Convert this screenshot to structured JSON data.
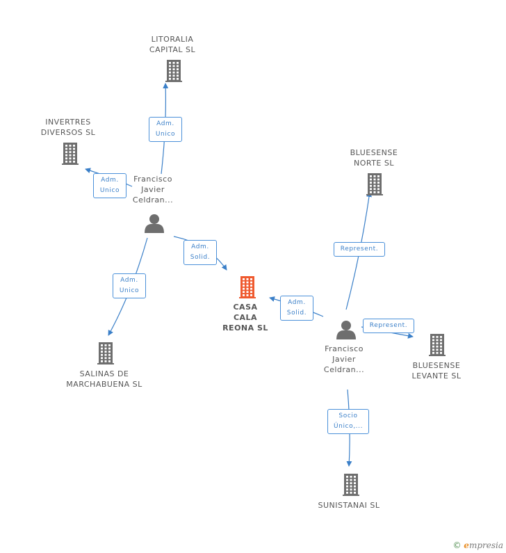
{
  "nodes": {
    "litoralia": {
      "label": "LITORALIA\nCAPITAL SL",
      "type": "company"
    },
    "invertres": {
      "label": "INVERTRES\nDIVERSOS SL",
      "type": "company"
    },
    "francisco1": {
      "label": "Francisco\nJavier\nCeldran...",
      "type": "person"
    },
    "casa_cala": {
      "label": "CASA\nCALA\nREONA SL",
      "type": "company",
      "focus": true
    },
    "salinas": {
      "label": "SALINAS DE\nMARCHABUENA SL",
      "type": "company"
    },
    "bluesense_norte": {
      "label": "BLUESENSE\nNORTE SL",
      "type": "company"
    },
    "francisco2": {
      "label": "Francisco\nJavier\nCeldran...",
      "type": "person"
    },
    "bluesense_levante": {
      "label": "BLUESENSE\nLEVANTE SL",
      "type": "company"
    },
    "sunistanai": {
      "label": "SUNISTANAI SL",
      "type": "company"
    }
  },
  "edges": {
    "e1": {
      "label": "Adm.\nUnico"
    },
    "e2": {
      "label": "Adm.\nUnico"
    },
    "e3": {
      "label": "Adm.\nSolid."
    },
    "e4": {
      "label": "Adm.\nUnico"
    },
    "e5": {
      "label": "Adm.\nSolid."
    },
    "e6": {
      "label": "Represent."
    },
    "e7": {
      "label": "Represent."
    },
    "e8": {
      "label": "Socio\nÚnico,..."
    }
  },
  "colors": {
    "edge": "#3a7fc8",
    "company_icon": "#6e6e6e",
    "focus_icon": "#ef5a2f",
    "person_icon": "#6e6e6e"
  },
  "footer": {
    "copyright": "©",
    "brand_e": "e",
    "brand_rest": "mpresia"
  }
}
